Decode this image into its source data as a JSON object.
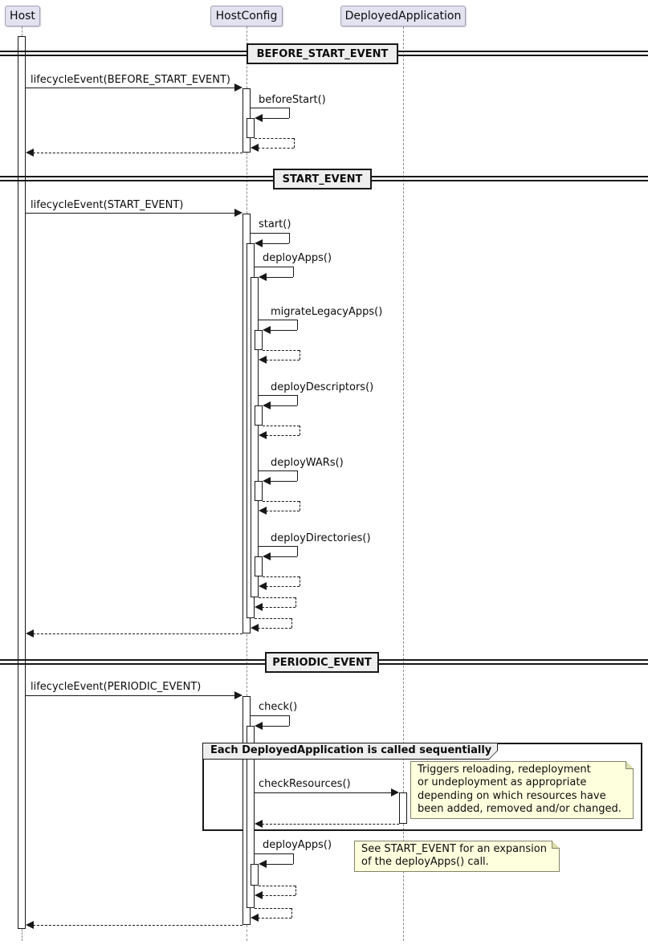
{
  "participants": [
    "Host",
    "HostConfig",
    "DeployedApplication"
  ],
  "dividers": [
    "BEFORE_START_EVENT",
    "START_EVENT",
    "PERIODIC_EVENT"
  ],
  "group_label": "Each DeployedApplication is called sequentially",
  "messages": {
    "lifecycle_before_start": "lifecycleEvent(BEFORE_START_EVENT)",
    "before_start": "beforeStart()",
    "lifecycle_start": "lifecycleEvent(START_EVENT)",
    "start": "start()",
    "deploy_apps": "deployApps()",
    "migrate_legacy_apps": "migrateLegacyApps()",
    "deploy_descriptors": "deployDescriptors()",
    "deploy_wars": "deployWARs()",
    "deploy_directories": "deployDirectories()",
    "lifecycle_periodic": "lifecycleEvent(PERIODIC_EVENT)",
    "check": "check()",
    "check_resources": "checkResources()",
    "deploy_apps_periodic": "deployApps()"
  },
  "notes": {
    "check_resources_note": "Triggers reloading, redeployment\nor undeployment as appropriate\ndepending on which resources have\nbeen added, removed and/or changed.",
    "deploy_apps_note": "See START_EVENT for an expansion\nof the deployApps() call."
  },
  "colors": {
    "participant_fill": "#E2E2F0",
    "participant_border": "#A1A1B5",
    "note_fill": "#FEFFDD",
    "divider_fill": "#EEEEEE",
    "line": "#181818"
  }
}
